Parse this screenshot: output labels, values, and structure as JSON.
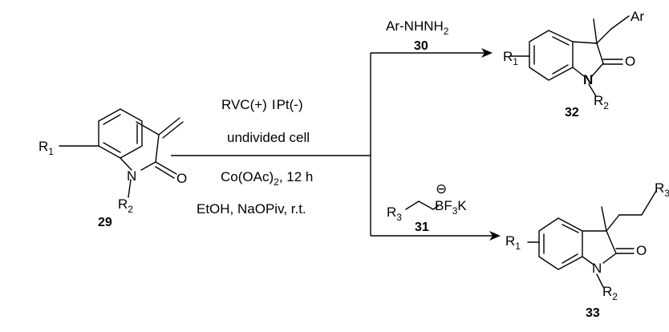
{
  "compounds": {
    "c29": {
      "number": "29",
      "r1": "R",
      "r1_sub": "1",
      "n": "N",
      "o": "O",
      "r2": "R",
      "r2_sub": "2"
    },
    "c30": {
      "formula_main": "Ar-NHNH",
      "formula_sub": "2",
      "number": "30"
    },
    "c31": {
      "r3": "R",
      "r3_sub": "3",
      "b": "BF",
      "b_sub": "3",
      "k": "K",
      "charge": "⊖",
      "number": "31"
    },
    "c32": {
      "number": "32",
      "r1": "R",
      "r1_sub": "1",
      "n": "N",
      "o": "O",
      "r2": "R",
      "r2_sub": "2",
      "ar": "Ar"
    },
    "c33": {
      "number": "33",
      "r1": "R",
      "r1_sub": "1",
      "n": "N",
      "o": "O",
      "r2": "R",
      "r2_sub": "2",
      "r3": "R",
      "r3_sub": "3"
    }
  },
  "conditions": {
    "electrodes_left": "RVC(+)",
    "electrodes_sep": "I",
    "electrodes_right": "Pt(-)",
    "cell": "undivided cell",
    "catalyst_main": "Co(OAc)",
    "catalyst_sub": "2",
    "catalyst_time": ", 12 h",
    "solvent": "EtOH, NaOPiv, r.t."
  }
}
